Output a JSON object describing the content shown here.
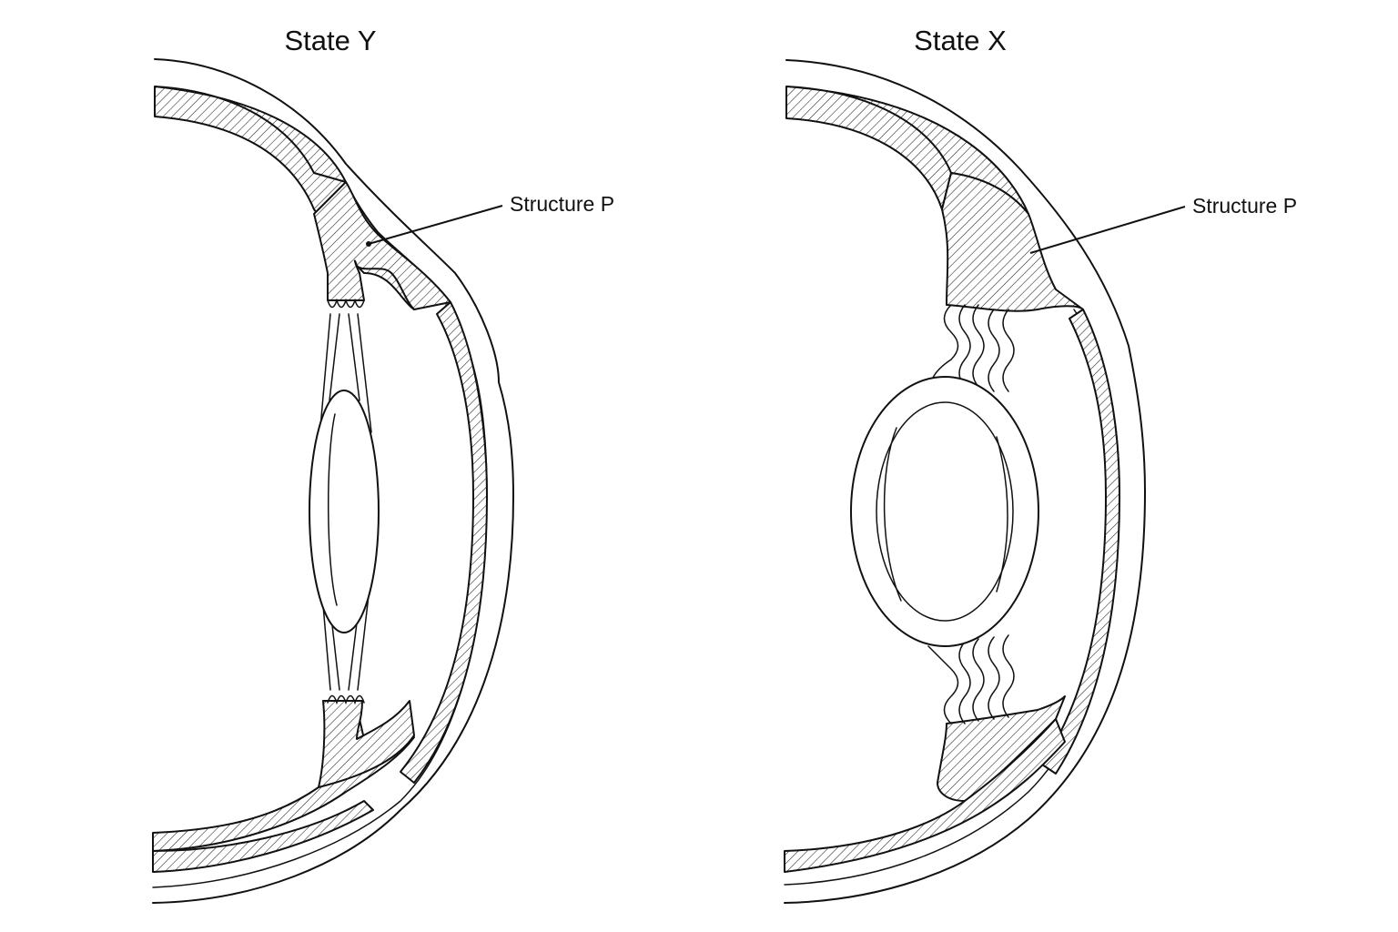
{
  "figure": {
    "panels": [
      {
        "title": "State Y",
        "callout": "Structure P"
      },
      {
        "title": "State X",
        "callout": "Structure P"
      }
    ]
  }
}
